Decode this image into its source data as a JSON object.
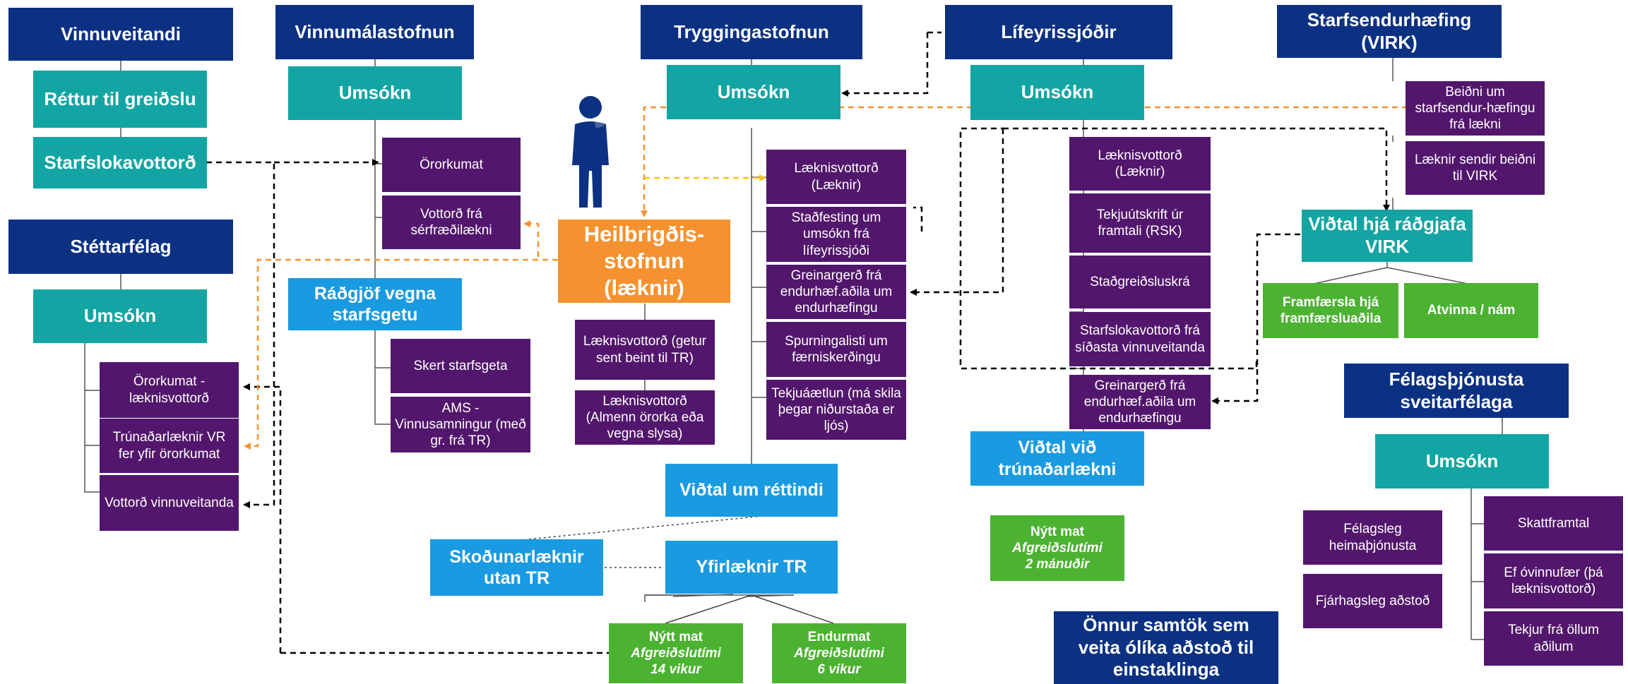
{
  "colors": {
    "navy": "#0c3182",
    "teal": "#12a5a3",
    "purple": "#52166c",
    "blue": "#1a9ae0",
    "green": "#4cb232",
    "orange": "#f5922f",
    "orange_arrow": "#f5922f",
    "black_arrow": "#000000",
    "yellow_arrow": "#f5c518"
  },
  "icons": {
    "person": "person-thinking-icon"
  },
  "vinnuveitandi": {
    "title": "Vinnuveitandi",
    "right": "Réttur til greiðslu",
    "cert": "Starfslokavottorð"
  },
  "stettarfelag": {
    "title": "Stéttarfélag",
    "application": "Umsókn",
    "items": [
      "Örorkumat - læknisvottorð",
      "Trúnaðarlæknir VR fer yfir örorkumat",
      "Vottorð vinnuveitanda"
    ]
  },
  "vinnumalastofnun": {
    "title": "Vinnumálastofnun",
    "application": "Umsókn",
    "docs": [
      "Örorkumat",
      "Vottorð frá sérfræðilækni"
    ],
    "advice": "Ráðgjöf vegna starfsgetu",
    "advice_items": [
      "Skert starfsgeta",
      "AMS - Vinnusamningur (með gr. frá TR)"
    ]
  },
  "heilbrigdis": {
    "title": "Heilbrigðis-stofnun (læknir)",
    "docs": [
      "Læknisvottorð (getur sent beint til TR)",
      "Læknisvottorð (Almenn örorka eða vegna slysa)"
    ]
  },
  "tryggingastofnun": {
    "title": "Tryggingastofnun",
    "application": "Umsókn",
    "docs": [
      "Læknisvottorð (Læknir)",
      "Staðfesting um umsókn frá lífeyrissjóði",
      "Greinargerð frá endurhæf.aðila um endurhæfingu",
      "Spurningalisti um færniskerðingu",
      "Tekjuáætlun (má skila þegar niðurstaða er ljós)"
    ],
    "interview": "Viðtal um réttindi",
    "external_doctor": "Skoðunarlæknir utan TR",
    "chief_doctor": "Yfirlæknir TR",
    "new_assessment": {
      "title": "Nýtt mat",
      "sub1": "Afgreiðslutími",
      "sub2": "14 vikur"
    },
    "reassessment": {
      "title": "Endurmat",
      "sub1": "Afgreiðslutími",
      "sub2": "6 vikur"
    }
  },
  "lifeyrissjodir": {
    "title": "Lífeyrissjóðir",
    "application": "Umsókn",
    "docs": [
      "Læknisvottorð (Læknir)",
      "Tekjuútskrift úr framtali (RSK)",
      "Staðgreiðsluskrá",
      "Starfslokavottorð frá síðasta vinnuveitanda",
      "Greinargerð frá endurhæf.aðila um endurhæfingu"
    ],
    "interview": "Viðtal við trúnaðarlækni",
    "new_assessment": {
      "title": "Nýtt mat",
      "sub1": "Afgreiðslutími",
      "sub2": "2 mánuðir"
    }
  },
  "virk": {
    "title": "Starfsendurhæfing (VIRK)",
    "items": [
      "Beiðni um starfsendur-hæfingu frá lækni",
      "Læknir sendir beiðni til VIRK"
    ],
    "interview": "Viðtal hjá ráðgjafa VIRK",
    "outcomes": [
      "Framfærsla hjá framfærsluaðila",
      "Atvinna / nám"
    ]
  },
  "felagsthjonusta": {
    "title": "Félagsþjónusta sveitarfélaga",
    "application": "Umsókn",
    "left": [
      "Félagsleg heimaþjónusta",
      "Fjárhagsleg aðstoð"
    ],
    "right": [
      "Skattframtal",
      "Ef óvinnufær (þá læknisvottorð)",
      "Tekjur frá öllum aðilum"
    ]
  },
  "other_orgs": "Önnur samtök sem veita ólíka aðstoð til einstaklinga"
}
